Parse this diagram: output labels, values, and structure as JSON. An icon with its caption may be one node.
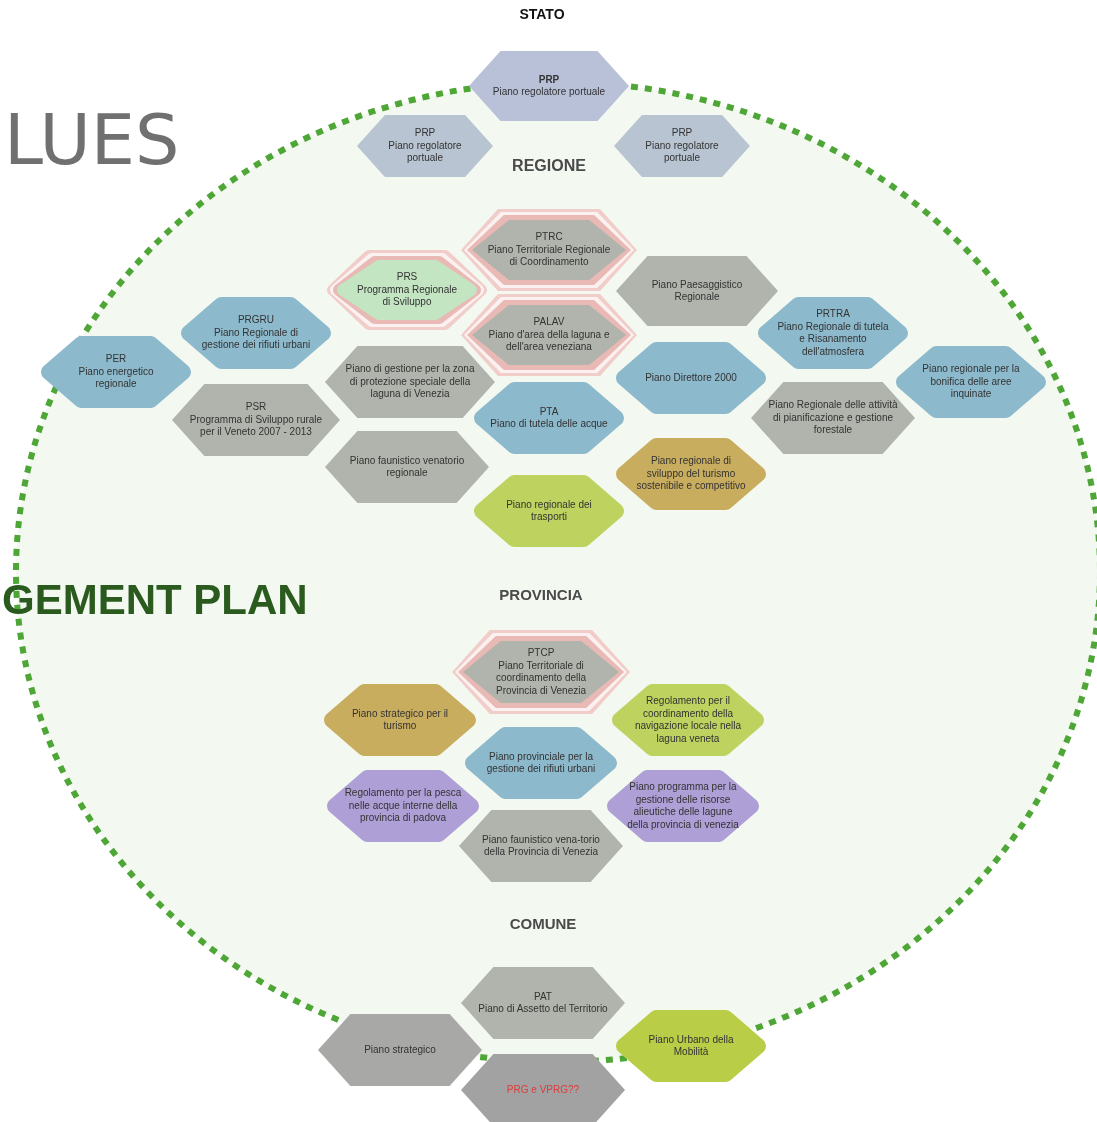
{
  "diagram": {
    "nodes": [
      {
        "text": [
          "PRP",
          "Piano regolatore portuale"
        ]
      },
      {
        "text": [
          "PRP",
          "Piano regolatore portuale"
        ]
      },
      {
        "text": [
          "PRP",
          "Piano regolatore portuale"
        ]
      },
      {
        "text": [
          "PTRC",
          "Piano Territoriale Regionale di Coordinamento"
        ]
      },
      {
        "text": [
          "PRS",
          "Programma Regionale di Sviluppo"
        ]
      },
      {
        "text": [
          "PRGRU",
          "Piano Regionale di gestione dei rifiuti urbani"
        ]
      },
      {
        "text": [
          "PALAV",
          "Piano d'area della laguna e dell'area veneziana"
        ]
      },
      {
        "text": [
          "Piano Paesaggistico Regionale"
        ]
      },
      {
        "text": [
          "PRTRA",
          "Piano Regionale di tutela e Risanamento dell'atmosfera"
        ]
      },
      {
        "text": [
          "PER",
          "Piano energetico regionale"
        ]
      },
      {
        "text": [
          "Piano di gestione per la zona di protezione speciale della laguna di Venezia"
        ]
      },
      {
        "text": [
          "Piano Direttore 2000"
        ]
      },
      {
        "text": [
          "Piano regionale per la bonifica delle aree inquinate"
        ]
      },
      {
        "text": [
          "PSR",
          "Programma di Sviluppo rurale per il Veneto 2007 - 2013"
        ]
      },
      {
        "text": [
          "PTA",
          "Piano di tutela delle acque"
        ]
      },
      {
        "text": [
          "Piano Regionale delle attività di pianificazione e gestione forestale"
        ]
      },
      {
        "text": [
          "Piano faunistico venatorio regionale"
        ]
      },
      {
        "text": [
          "Piano regionale di sviluppo del turismo sostenibile e competitivo"
        ]
      },
      {
        "text": [
          "Piano regionale dei trasporti"
        ]
      },
      {
        "text": [
          "PTCP",
          "Piano Territoriale di coordinamento della Provincia di Venezia"
        ]
      },
      {
        "text": [
          "Piano strategico per il turismo"
        ]
      },
      {
        "text": [
          "Regolamento per il coordinamento della navigazione locale nella laguna veneta"
        ]
      },
      {
        "text": [
          "Piano provinciale per la gestione dei rifiuti urbani"
        ]
      },
      {
        "text": [
          "Regolamento per la pesca nelle acque interne della provincia di padova"
        ]
      },
      {
        "text": [
          "Piano programma per la gestione delle risorse alieutiche delle lagune della provincia di venezia"
        ]
      },
      {
        "text": [
          "Piano faunistico vena-torio della Provincia di Venezia"
        ]
      },
      {
        "text": [
          "PAT",
          "Piano di Assetto del Territorio"
        ]
      },
      {
        "text": [
          "Piano strategico"
        ]
      },
      {
        "text": [
          "Piano Urbano della Mobilità"
        ]
      },
      {
        "text": [
          "PRG e VPRG??"
        ]
      }
    ],
    "labels": [
      "STATO",
      "LUES",
      "REGIONE",
      "GEMENT PLAN",
      "PROVINCIA",
      "COMUNE"
    ]
  }
}
